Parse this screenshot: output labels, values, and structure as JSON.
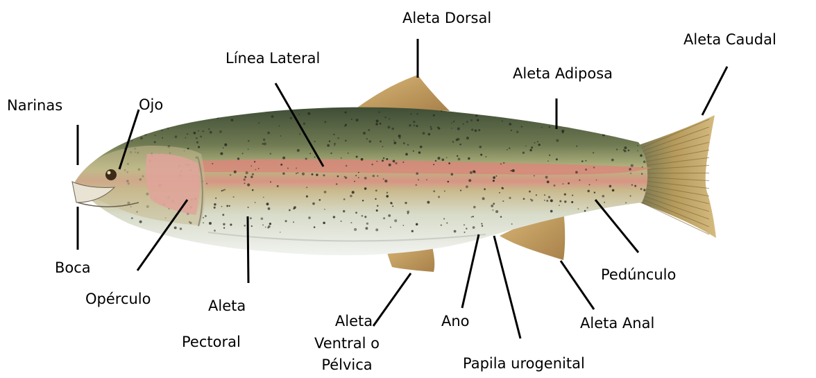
{
  "labels": {
    "aleta_dorsal": "Aleta Dorsal",
    "aleta_caudal": "Aleta Caudal",
    "linea_lateral": "Línea Lateral",
    "aleta_adiposa": "Aleta Adiposa",
    "narinas": "Narinas",
    "ojo": "Ojo",
    "boca": "Boca",
    "operculo": "Opérculo",
    "aleta_pectoral_1": "Aleta",
    "aleta_pectoral_2": "Pectoral",
    "aleta_ventral_1": "Aleta",
    "aleta_ventral_2": "Ventral o",
    "aleta_ventral_3": "Pélvica",
    "ano": "Ano",
    "papila_urogenital": "Papila urogenital",
    "aleta_anal": "Aleta Anal",
    "pedunculo": "Pedúnculo"
  },
  "colors": {
    "back": "#4f5f45",
    "flank": "#b9bc84",
    "lateral_stripe": "#d98f7f",
    "belly": "#eef0ec",
    "fin": "#c9a15a",
    "fin_ray": "#8a6a35",
    "spot": "#2a2a22",
    "leader_line": "#000000"
  }
}
